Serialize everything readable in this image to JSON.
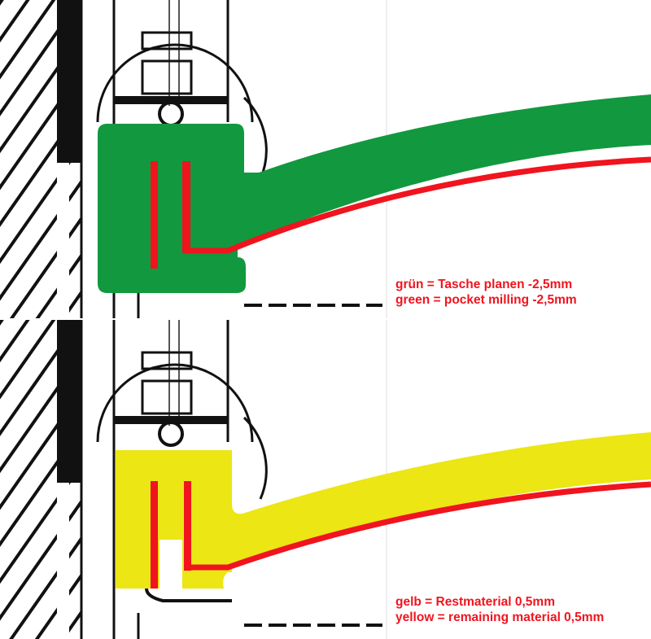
{
  "panels": [
    {
      "name": "pocket-milling",
      "fill_color": "#12983f",
      "label_line1": "grün = Tasche planen -2,5mm",
      "label_line2": "green = pocket milling -2,5mm"
    },
    {
      "name": "remaining-material",
      "fill_color": "#ebe614",
      "label_line1": "gelb = Restmaterial 0,5mm",
      "label_line2": "yellow = remaining material 0,5mm"
    }
  ],
  "colors": {
    "contour": "#f0141e",
    "drawing": "#111111"
  }
}
